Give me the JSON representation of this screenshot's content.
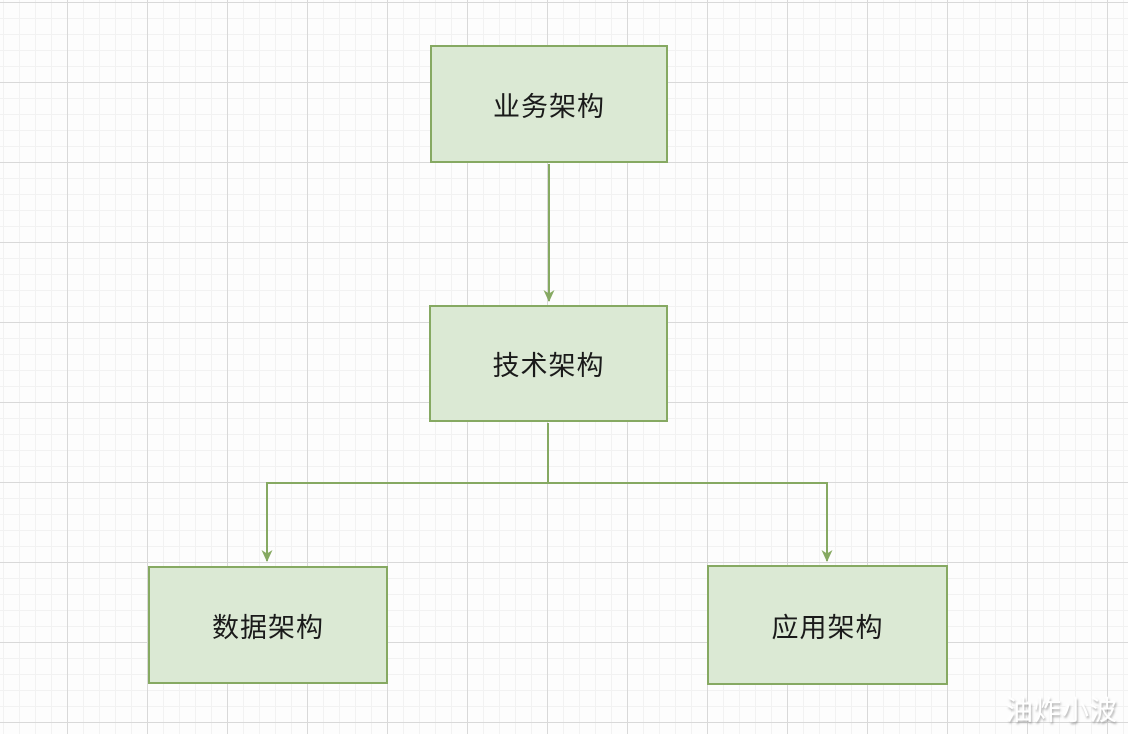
{
  "diagram": {
    "title": "enterprise-architecture-flowchart",
    "nodes": [
      {
        "id": "business",
        "label": "业务架构",
        "position": "top-center"
      },
      {
        "id": "technical",
        "label": "技术架构",
        "position": "middle-center"
      },
      {
        "id": "data",
        "label": "数据架构",
        "position": "bottom-left"
      },
      {
        "id": "application",
        "label": "应用架构",
        "position": "bottom-right"
      }
    ],
    "edges": [
      {
        "from": "business",
        "to": "technical",
        "style": "arrow-down"
      },
      {
        "from": "technical",
        "to": "data",
        "style": "elbow-arrow-down"
      },
      {
        "from": "technical",
        "to": "application",
        "style": "elbow-arrow-down"
      }
    ],
    "colors": {
      "node_fill": "#dbe9d4",
      "node_border": "#86a962",
      "connector": "#86a962",
      "grid_minor": "#f2f2f2",
      "grid_major": "#d9d9d9",
      "background": "#fdfdfd"
    },
    "watermark": "油炸小波"
  }
}
